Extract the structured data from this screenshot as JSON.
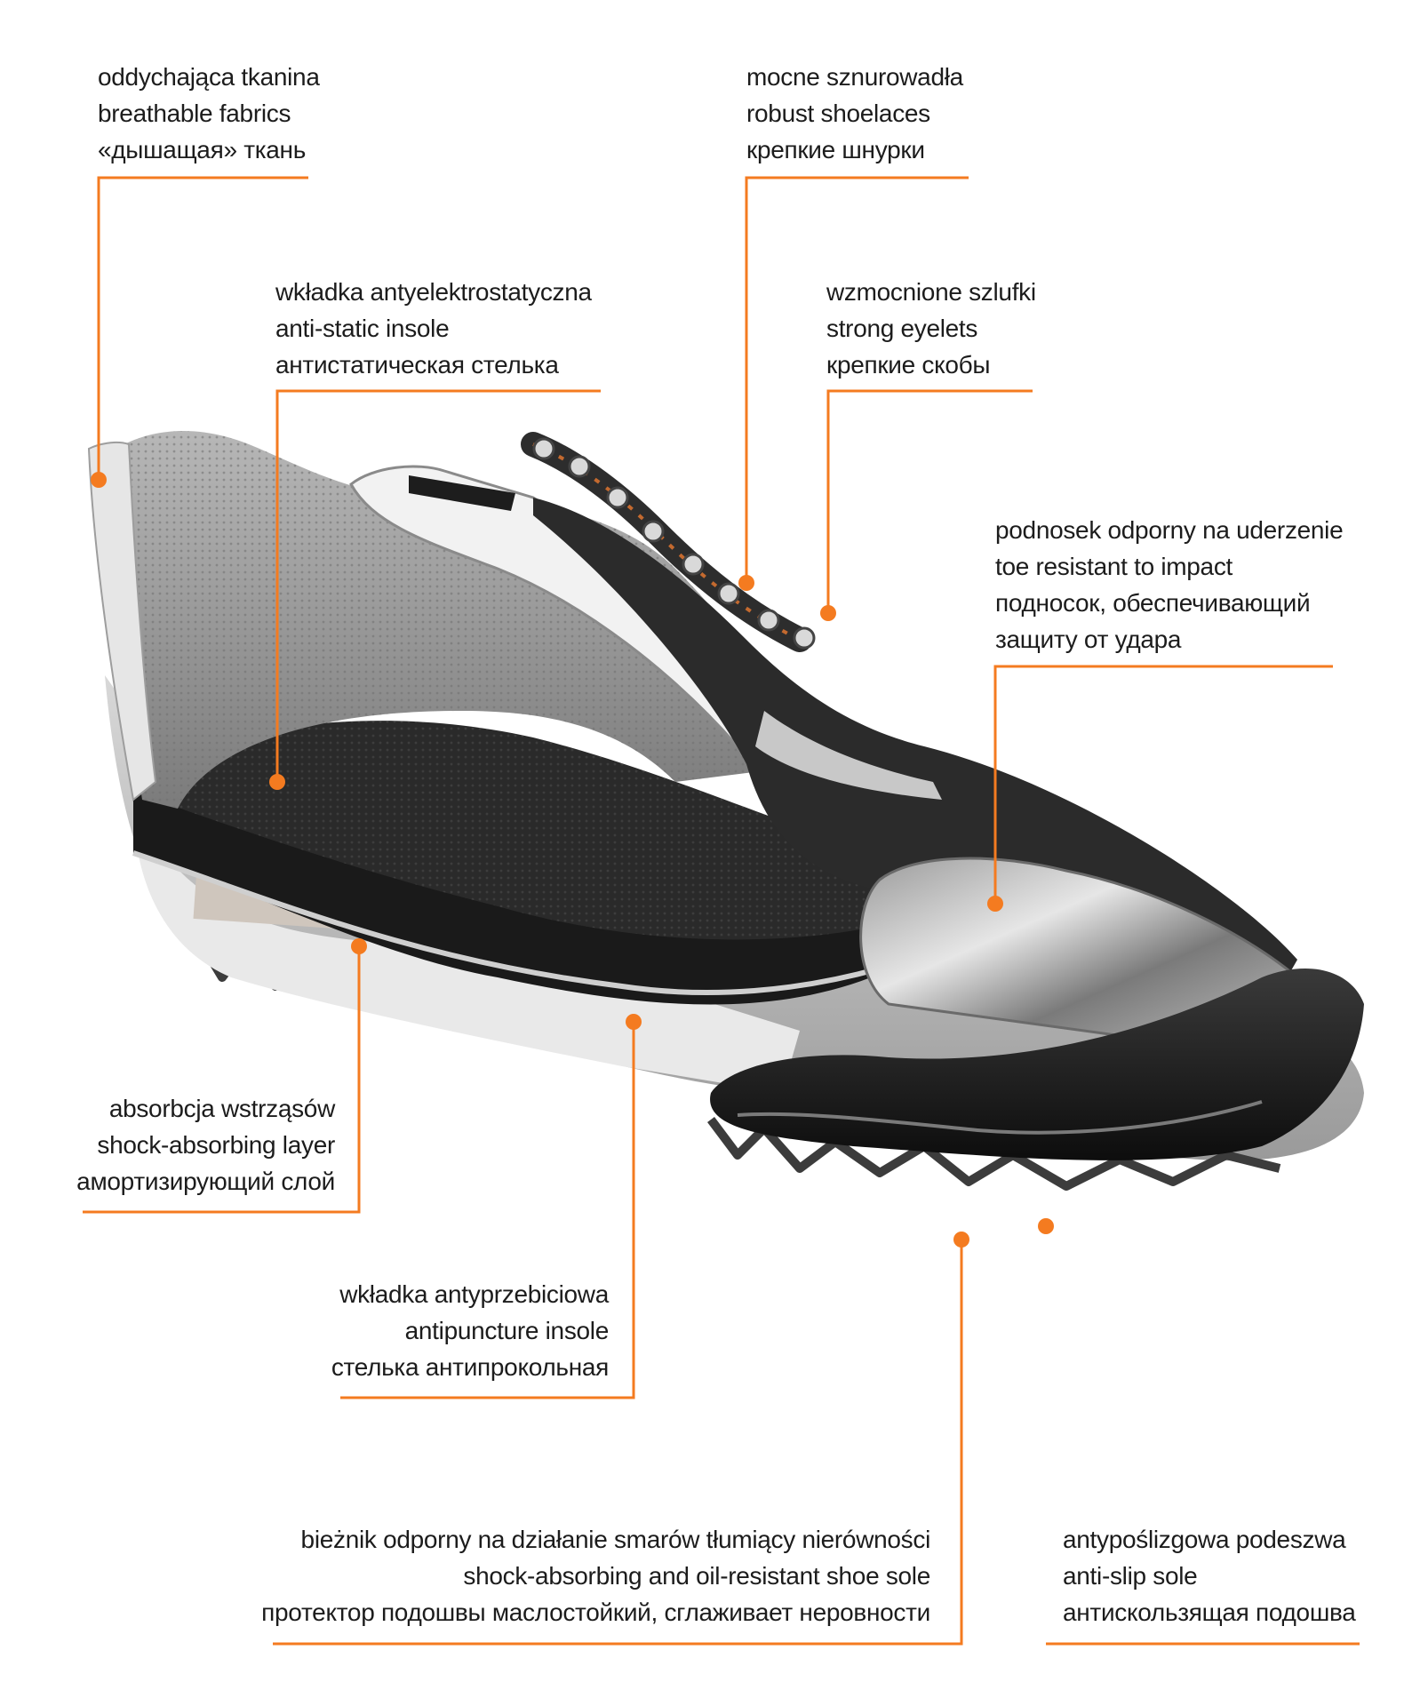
{
  "accent_color": "#f47b20",
  "callouts": {
    "breathable": {
      "lines": [
        "oddychająca tkanina",
        "breathable fabrics",
        "«дышащая» ткань"
      ]
    },
    "shoelaces": {
      "lines": [
        "mocne sznurowadła",
        "robust shoelaces",
        "крепкие шнурки"
      ]
    },
    "insole": {
      "lines": [
        "wkładka antyelektrostatyczna",
        "anti-static insole",
        "антистатическая стелька"
      ]
    },
    "eyelets": {
      "lines": [
        "wzmocnione szlufki",
        "strong eyelets",
        "крепкие скобы"
      ]
    },
    "toe": {
      "lines": [
        "podnosek odporny na uderzenie",
        "toe resistant to impact",
        "подносок, обеспечивающий",
        "защиту от удара"
      ]
    },
    "shock": {
      "lines": [
        "absorbcja wstrząsów",
        "shock-absorbing layer",
        "амортизирующий слой"
      ]
    },
    "puncture": {
      "lines": [
        "wkładka antyprzebiciowa",
        "antipuncture insole",
        "стелька антипрокольная"
      ]
    },
    "tread": {
      "lines": [
        "bieżnik odporny na działanie smarów tłumiący nierówności",
        "shock-absorbing and oil-resistant shoe sole",
        "протектор подошвы маслостойкий, сглаживает неровности"
      ]
    },
    "antislip": {
      "lines": [
        "antypoślizgowa podeszwa",
        "anti-slip sole",
        "антискользящая подошва"
      ]
    }
  }
}
